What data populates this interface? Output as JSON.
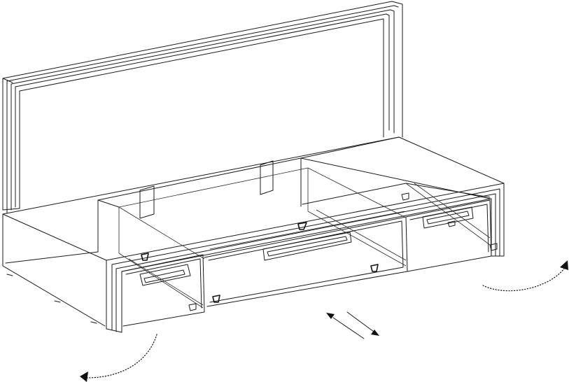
{
  "figure": {
    "subject": "bed-with-lift-up-headboard-and-drawers",
    "line_color": "#1a1a1a",
    "background": "#ffffff",
    "motion_indicators": [
      {
        "name": "left-rotation-arrow",
        "style": "dotted-curve"
      },
      {
        "name": "right-rotation-arrow",
        "style": "dotted-curve"
      },
      {
        "name": "drawer-slide-arrow",
        "style": "double-parallel"
      }
    ]
  }
}
